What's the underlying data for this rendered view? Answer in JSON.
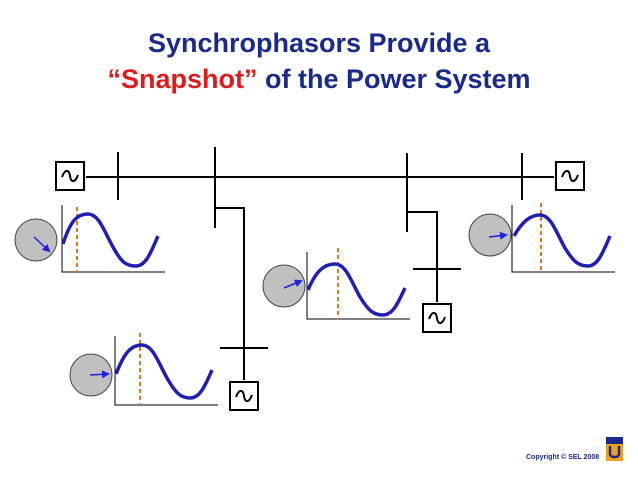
{
  "title": {
    "line1": "Synchrophasors Provide a",
    "line2_quoted": "“Snapshot”",
    "line2_rest": " of the Power System"
  },
  "colors": {
    "title": "#1a2a8c",
    "highlight": "#e01b1b",
    "waveform": "#1f1fb4",
    "phasor_arrow": "#2222dd",
    "time_marker": "#e07820",
    "phasor_disc": "#c0c0c0",
    "bus": "#000000"
  },
  "icons": {
    "generator": "ac-source-tilde-icon",
    "phasor": "phasor-disc-icon",
    "logo": "sel-university-logo"
  },
  "footer": {
    "copyright": "Copyright © SEL 2008"
  }
}
